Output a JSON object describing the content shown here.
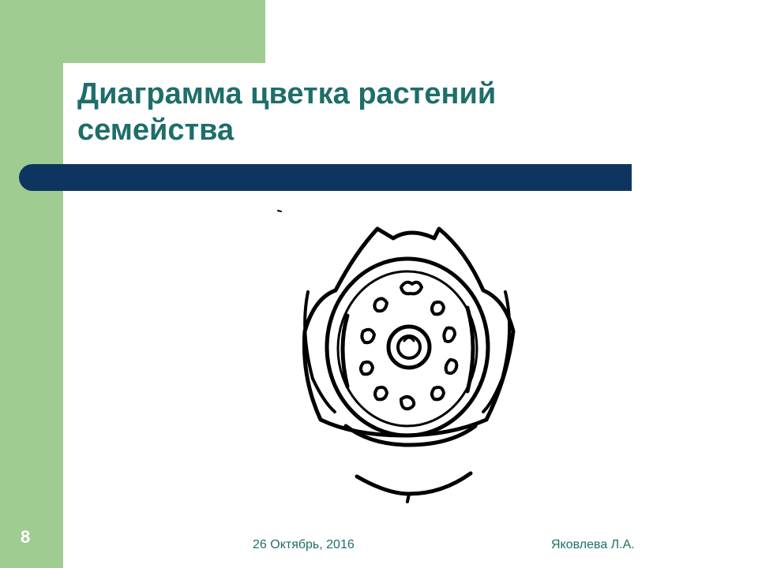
{
  "slide": {
    "title": "Диаграмма цветка растений семейства",
    "number": "8",
    "footer_date": "26 Октябрь, 2016",
    "footer_author": "Яковлева Л.А."
  },
  "colors": {
    "accent_green": "#9fcc91",
    "title_bar": "#0d3560",
    "title_text": "#1e6e6a"
  },
  "image": {
    "name": "flower-diagram-drawing"
  }
}
